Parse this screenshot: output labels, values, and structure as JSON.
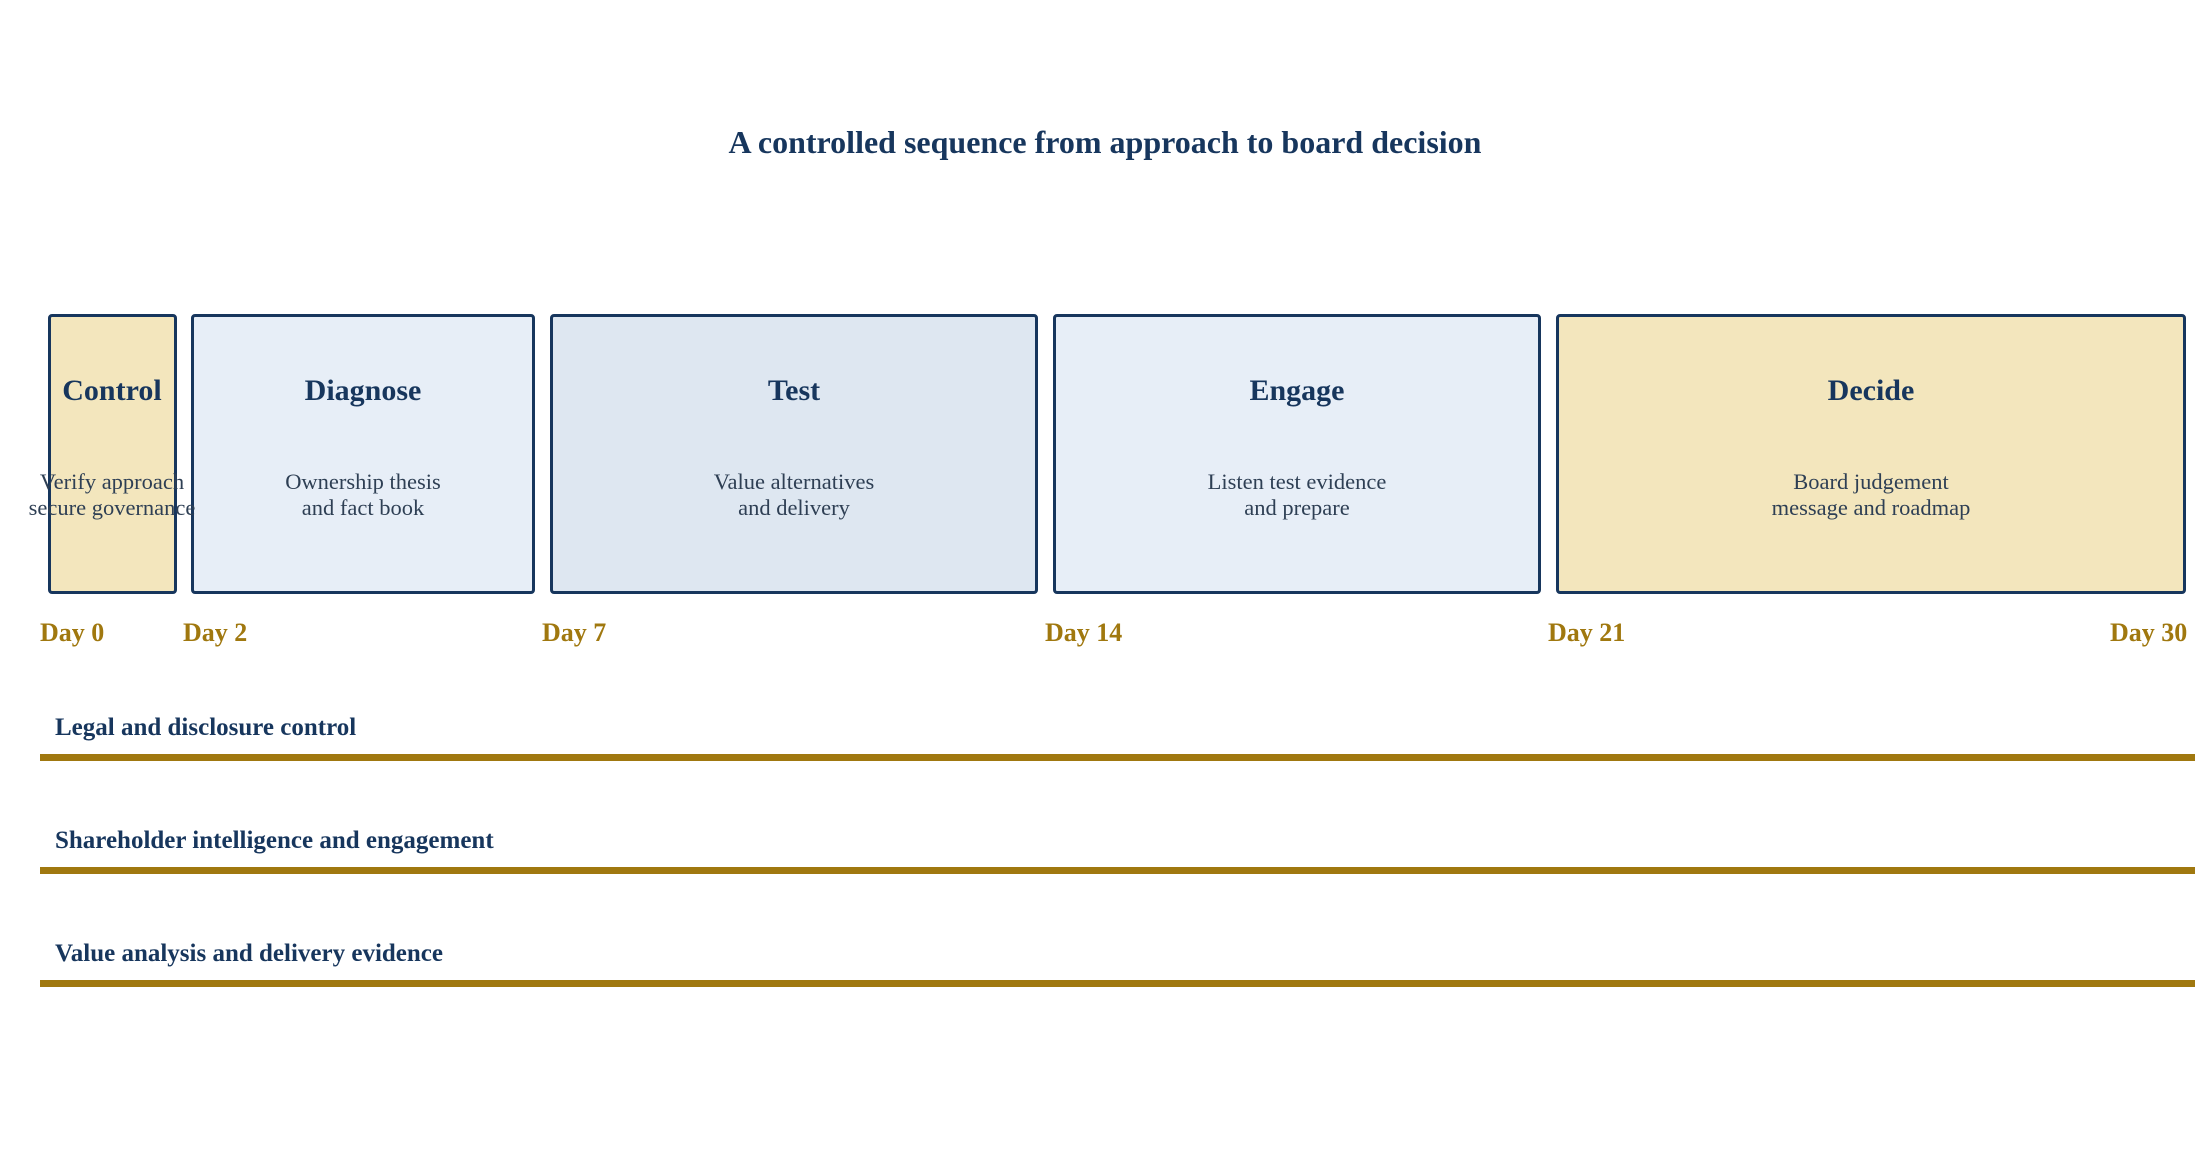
{
  "title": "A controlled sequence from approach to board decision",
  "colors": {
    "border": "#17365d",
    "gold": "#a0780f",
    "fill_gold": "#f3e6bd",
    "fill_light": "#e7eef7",
    "fill_mid": "#dee7f1"
  },
  "phases": [
    {
      "name": "Control",
      "desc": [
        "Verify approach",
        "secure governance"
      ],
      "fill": "#f3e6bd"
    },
    {
      "name": "Diagnose",
      "desc": [
        "Ownership thesis",
        "and fact book"
      ],
      "fill": "#e7eef7"
    },
    {
      "name": "Test",
      "desc": [
        "Value alternatives",
        "and delivery"
      ],
      "fill": "#dee7f1"
    },
    {
      "name": "Engage",
      "desc": [
        "Listen test evidence",
        "and prepare"
      ],
      "fill": "#e7eef7"
    },
    {
      "name": "Decide",
      "desc": [
        "Board judgement",
        "message and roadmap"
      ],
      "fill": "#f3e6bd"
    }
  ],
  "days": [
    "Day 0",
    "Day 2",
    "Day 7",
    "Day 14",
    "Day 21",
    "Day 30"
  ],
  "lanes": [
    "Legal and disclosure control",
    "Shareholder intelligence and engagement",
    "Value analysis and delivery evidence"
  ]
}
